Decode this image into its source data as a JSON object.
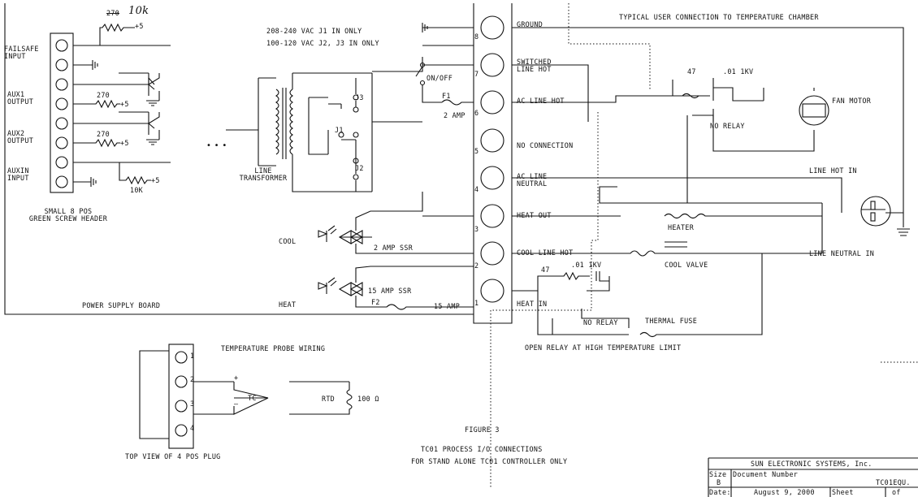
{
  "power_board": {
    "voltage_j1": "208-240 VAC  J1 IN ONLY",
    "voltage_j2": "100-120 VAC J2, J3 IN ONLY",
    "resistor_struck": "270",
    "resistor_handwritten": "10k",
    "plus5": "+5",
    "failsafe": "FAILSAFE\nINPUT",
    "aux1": "AUX1\nOUTPUT",
    "aux2": "AUX2\nOUTPUT",
    "auxin": "AUXIN\nINPUT",
    "r270": "270",
    "r10k": "10K",
    "header_caption": "SMALL 8 POS\nGREEN SCREW HEADER",
    "ellipsis": "•  •  •",
    "line_transformer": "LINE\nTRANSFORMER",
    "j1": "J1",
    "j2": "J2",
    "j3": "J3",
    "on_off": "ON/OFF",
    "f1": "F1",
    "f1_rating": "2 AMP",
    "cool": "COOL",
    "ssr2": "2 AMP SSR",
    "heat": "HEAT",
    "ssr15": "15 AMP SSR",
    "f2": "F2",
    "f2_rating": "15 AMP",
    "board_name": "POWER SUPPLY BOARD"
  },
  "terminals": {
    "numbers": [
      "8",
      "7",
      "6",
      "5",
      "4",
      "3",
      "2",
      "1"
    ],
    "labels": [
      "GROUND",
      "SWITCHED\nLINE HOT",
      "AC LINE HOT",
      "NO CONNECTION",
      "AC LINE\nNEUTRAL",
      "HEAT OUT",
      "COOL LINE HOT",
      "HEAT IN"
    ]
  },
  "user_connection": {
    "title": "TYPICAL USER CONNECTION TO TEMPERATURE CHAMBER",
    "r47_top": "47",
    "c_top": ".01 1KV",
    "fan_motor": "FAN MOTOR",
    "no_relay_top": "NO RELAY",
    "line_hot_in": "LINE HOT IN",
    "heater": "HEATER",
    "cool_valve": "COOL VALVE",
    "line_neutral_in": "LINE NEUTRAL IN",
    "r47_bottom": "47",
    "c_bottom": ".01 1KV",
    "no_relay_bottom": "NO RELAY",
    "thermal_fuse": "THERMAL FUSE",
    "open_relay": "OPEN RELAY AT HIGH TEMPERATURE LIMIT"
  },
  "probe": {
    "title": "TEMPERATURE PROBE WIRING",
    "pins": [
      "1",
      "2",
      "3",
      "4"
    ],
    "plus": "+",
    "minus": "–",
    "tc": "TC",
    "rtd": "RTD",
    "rtd_value": "100 Ω",
    "plug_caption": "TOP VIEW OF 4 POS PLUG"
  },
  "figure": {
    "number": "FIGURE 3",
    "title": "TC01 PROCESS I/O CONNECTIONS",
    "subtitle": "FOR STAND ALONE TC01 CONTROLLER ONLY"
  },
  "title_block": {
    "company": "SUN ELECTRONIC SYSTEMS, Inc.",
    "size_label": "Size",
    "size_value": "B",
    "doc_label": "Document Number",
    "doc_value": "TC01EQU.",
    "date_label": "Date:",
    "date_value": "August  9, 2000",
    "sheet_label": "Sheet",
    "of_label": "of"
  }
}
